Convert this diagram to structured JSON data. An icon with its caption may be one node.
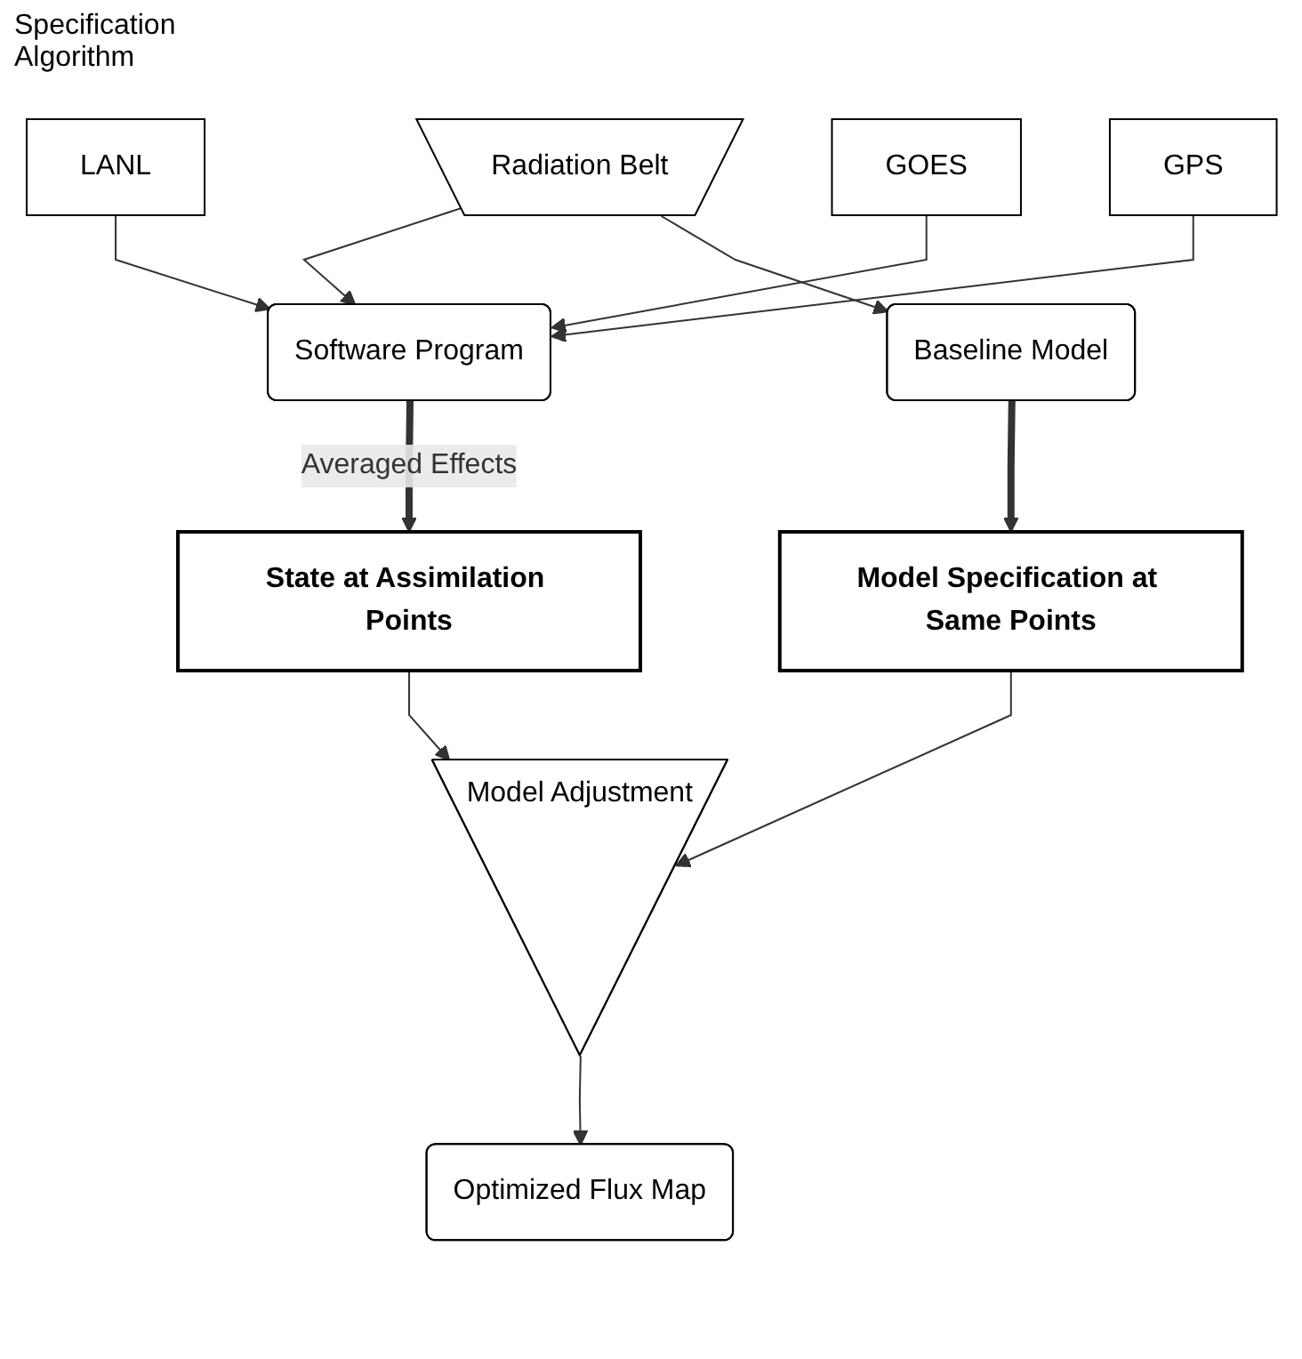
{
  "diagram": {
    "nodes": [
      {
        "text": [
          "Radiation Belt"
        ]
      },
      {
        "text": [
          "LANL"
        ]
      },
      {
        "text": [
          "GOES"
        ]
      },
      {
        "text": [
          "GPS"
        ]
      },
      {
        "text": [
          "Software Program"
        ]
      },
      {
        "text": [
          "Baseline Model"
        ]
      },
      {
        "text": [
          "State at Assimilation Points"
        ]
      },
      {
        "text": [
          "Model Specification at Same Points"
        ]
      },
      {
        "text": [
          "Model Adjustment"
        ]
      },
      {
        "text": [
          "Optimized Flux Map"
        ]
      }
    ],
    "edges": [
      {
        "from": 0,
        "to": 4,
        "arrow": "to"
      },
      {
        "from": 0,
        "to": 5,
        "arrow": "to"
      },
      {
        "from": 1,
        "to": 4,
        "arrow": "to"
      },
      {
        "from": 2,
        "to": 4,
        "arrow": "to"
      },
      {
        "from": 3,
        "to": 4,
        "arrow": "to"
      },
      {
        "from": 4,
        "to": 6,
        "arrow": "to",
        "label": "Averaged Effects",
        "style": "thick"
      },
      {
        "from": 5,
        "to": 7,
        "arrow": "to",
        "style": "thick"
      },
      {
        "from": 6,
        "to": 8,
        "arrow": "to"
      },
      {
        "from": 7,
        "to": 8,
        "arrow": "to"
      },
      {
        "from": 8,
        "to": 9,
        "arrow": "to"
      }
    ],
    "labels": [
      "Specification Algorithm"
    ]
  }
}
